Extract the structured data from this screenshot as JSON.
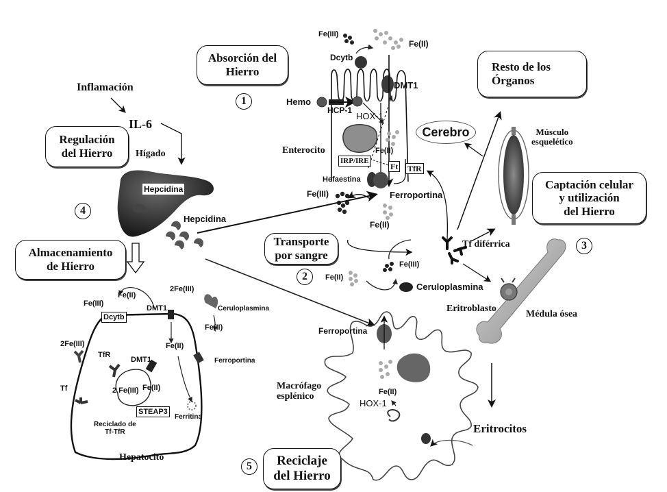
{
  "section_boxes": {
    "absorption": {
      "line1": "Absorción del",
      "line2": "Hierro",
      "number": "1"
    },
    "transport": {
      "line1": "Transporte",
      "line2": "por sangre",
      "number": "2"
    },
    "uptake": {
      "line1": "Captación celular",
      "line2": "y utilización",
      "line3": "del Hierro",
      "number": "3"
    },
    "regulation": {
      "line1": "Regulación",
      "line2": "del Hierro",
      "number": "4"
    },
    "storage": {
      "line1": "Almacenamiento",
      "line2": "de Hierro"
    },
    "recycling": {
      "line1": "Reciclaje",
      "line2": "del Hierro",
      "number": "5"
    },
    "other_organs": {
      "line1": "Resto de los",
      "line2": "Órganos"
    }
  },
  "regulation": {
    "inflammation": "Inflamación",
    "il6": "IL-6",
    "liver": "Hígado",
    "hepcidin_in_liver": "Hepcidina",
    "hepcidin_out": "Hepcidina"
  },
  "enterocyte": {
    "fe3_lumen": "Fe(III)",
    "fe2_lumen": "Fe(II)",
    "dcytb": "Dcytb",
    "dmt1": "DMT1",
    "hemo": "Hemo",
    "hcp1": "HCP-1",
    "hox1": "HOX-1",
    "cell_label": "Enterocito",
    "fe2_inside": "Fe(II)",
    "irp_ire": "IRP/IRE",
    "ft": "Ft",
    "tfr": "TfR",
    "hefaestina": "Hefaestina",
    "ferroportina": "Ferroportina",
    "fe3_out": "Fe(III)",
    "fe2_out": "Fe(II)"
  },
  "blood": {
    "brain": "Cerebro",
    "tf_diferric": "Tf diférrica",
    "fe3": "Fe(III)",
    "fe2": "Fe(II)",
    "ceruloplasmin": "Ceruloplasmina"
  },
  "uptake": {
    "muscle_line1": "Músculo",
    "muscle_line2": "esquelético",
    "erythroblast": "Eritroblasto",
    "bone_marrow": "Médula ósea",
    "erythrocytes": "Eritrocitos"
  },
  "hepatocyte": {
    "title": "Hepatocito",
    "fe3_top": "Fe(III)",
    "dcytb": "Dcytb",
    "fe2_top": "Fe(II)",
    "dmt1_top": "DMT1",
    "two_fe3_top": "2Fe(III)",
    "ceruloplasmin": "Ceruloplasmina",
    "fe2_right": "Fe(II)",
    "two_fe3_left": "2Fe(III)",
    "tfr": "TfR",
    "fe2_center": "Fe(II)",
    "dmt1_inner": "DMT1",
    "ferroportin": "Ferroportina",
    "tf": "Tf",
    "two_fe3_inner": "2 Fe(III)",
    "fe2_inner": "Fe(II)",
    "steap3": "STEAP3",
    "ferritin": "Ferritina",
    "recycling_line1": "Reciclado de",
    "recycling_line2": "Tf-TfR"
  },
  "macrophage": {
    "ferroportin": "Ferroportina",
    "label_line1": "Macrófago",
    "label_line2": "esplénico",
    "fe2": "Fe(II)",
    "hox1": "HOX-1"
  }
}
